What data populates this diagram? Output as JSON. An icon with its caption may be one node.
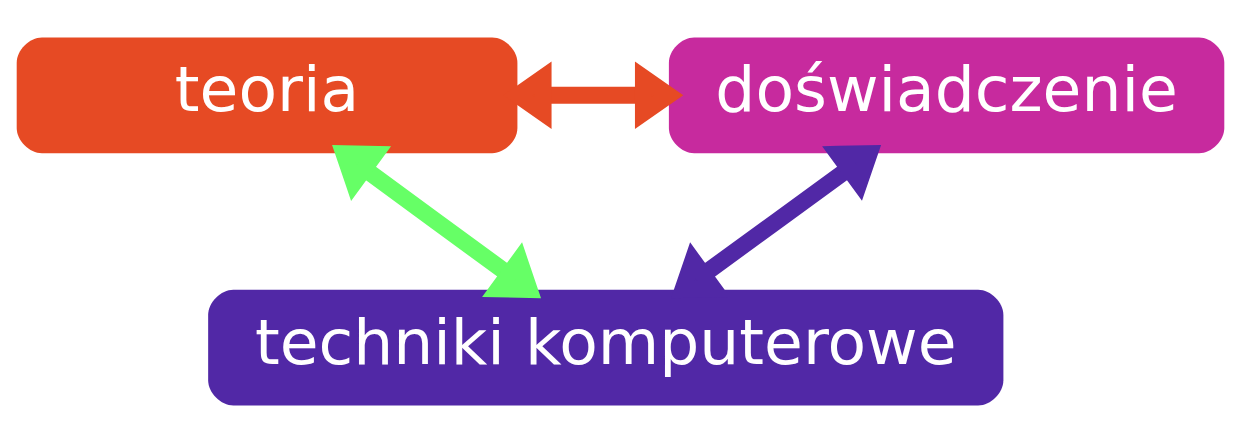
{
  "diagram": {
    "nodes": [
      {
        "text": [
          "teoria"
        ]
      },
      {
        "text": [
          "doświadczenie"
        ]
      },
      {
        "text": [
          "techniki komputerowe"
        ]
      }
    ],
    "edges": [
      {
        "from": 0,
        "to": 1,
        "arrow": "both",
        "color": "#e64a24"
      },
      {
        "from": 0,
        "to": 2,
        "arrow": "both",
        "color": "#66ff66"
      },
      {
        "from": 1,
        "to": 2,
        "arrow": "both",
        "color": "#5128a6"
      }
    ]
  }
}
